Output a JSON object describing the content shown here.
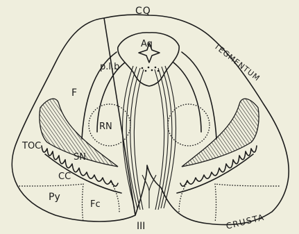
{
  "labels": {
    "cq": "CQ",
    "aq": "Aq",
    "plb": "p.l.b",
    "f": "F",
    "rn": "RN",
    "tegmentum": "TEGMENTUM",
    "sn": "SN",
    "toc": "TOC",
    "cc": "CC",
    "py": "Py",
    "fc": "Fc",
    "iii": "III",
    "crusta": "CRUSTA"
  },
  "colors": {
    "paper": "#efeedd",
    "ink": "#1b1b1b"
  }
}
